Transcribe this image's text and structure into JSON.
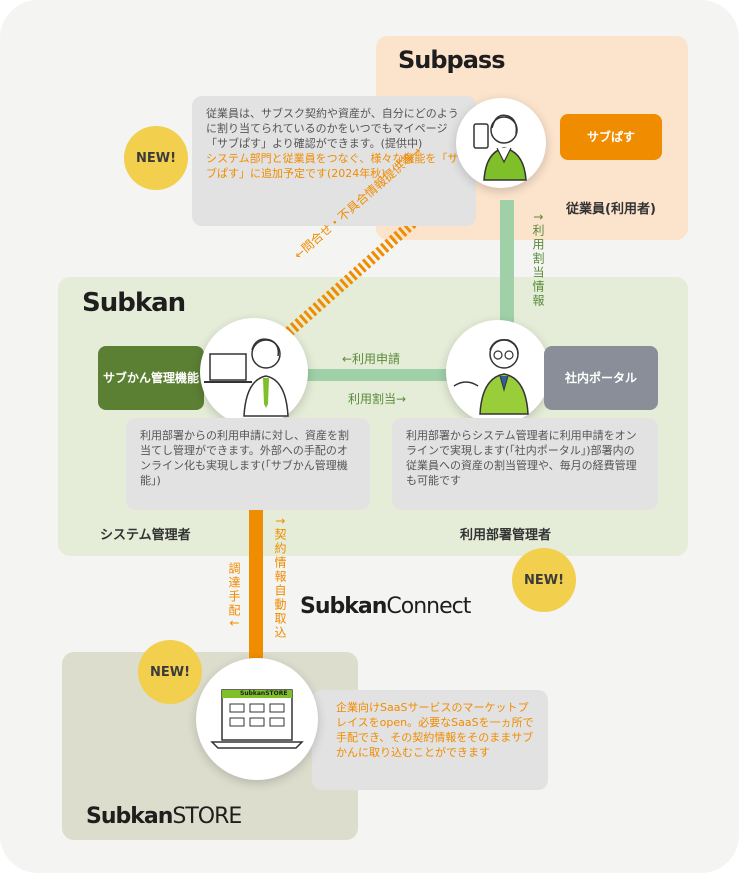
{
  "subpass": {
    "logo": "Subpass",
    "description_main": "従業員は、サブスク契約や資産が、自分にどのように割り当てられているのかをいつでもマイページ「サブぱす」より確認ができます。(提供中)",
    "description_planned": "システム部門と従業員をつなぐ、様々な機能を「サブぱす」に追加予定です(2024年秋)",
    "tag": "サブぱす",
    "role": "従業員(利用者)",
    "badge": "NEW!"
  },
  "subkan": {
    "logo": "Subkan",
    "admin_tag": "サブかん管理機能",
    "portal_tag": "社内ポータル",
    "admin_role": "システム管理者",
    "dept_role": "利用部署管理者",
    "admin_description": "利用部署からの利用申請に対し、資産を割当てし管理ができます。外部への手配のオンライン化も実現します(「サブかん管理機能」)",
    "dept_description": "利用部署からシステム管理者に利用申請をオンラインで実現します(「社内ポータル」)部署内の従業員への資産の割当管理や、毎月の経費管理も可能です"
  },
  "flows": {
    "usage_request": "←利用申請",
    "usage_allocation": "利用割当→",
    "usage_info": "↑利用割当情報",
    "inquiry": "←問合せ・不具合情報提供等→",
    "procurement": "調達手配↓",
    "contract_import": "↑契約情報自動取込"
  },
  "connect": {
    "logo_main": "Subkan",
    "logo_suffix": "Connect",
    "badge": "NEW!"
  },
  "store": {
    "logo_main": "Subkan",
    "logo_suffix": "STORE",
    "screen_title": "SubkanSTORE",
    "badge": "NEW!",
    "description": "企業向けSaaSサービスのマーケットプレイスをopen。必要なSaaSを一ヵ所で手配でき、その契約情報をそのままサブかんに取り込むことができます"
  },
  "colors": {
    "brand_green": "#7fbf2a",
    "admin_green": "#5b7f33",
    "connector_green": "#9fd0a8",
    "orange": "#f08c00",
    "portal_gray": "#8a8e98",
    "badge_yellow": "#f3cf4e"
  },
  "icons": [
    "employee-with-phone-icon",
    "admin-with-laptop-icon",
    "manager-with-glasses-icon",
    "store-laptop-icon",
    "speech-bubble-icon"
  ]
}
